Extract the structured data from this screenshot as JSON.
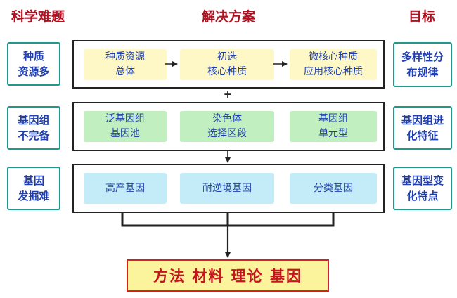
{
  "headers": {
    "left": "科学难题",
    "middle": "解决方案",
    "right": "目标"
  },
  "rows": [
    {
      "problem": "种质\n资源多",
      "steps": [
        "种质资源\n总体",
        "初选\n核心种质",
        "微核心种质\n应用核心种质"
      ],
      "goal": "多样性分\n布规律"
    },
    {
      "problem": "基因组\n不完备",
      "steps": [
        "泛基因组\n基因池",
        "染色体\n选择区段",
        "基因组\n单元型"
      ],
      "goal": "基因组进\n化特征"
    },
    {
      "problem": "基因\n发掘难",
      "steps": [
        "高产基因",
        "耐逆境基因",
        "分类基因"
      ],
      "goal": "基因型变\n化特点"
    }
  ],
  "connector_plus": "+",
  "result": "方法  材料  理论  基因",
  "colors": {
    "header_red": "#b01020",
    "label_blue": "#1f3fb0",
    "side_border_teal": "#1e9a8c",
    "row1_fill": "#fdf8c6",
    "row2_fill": "#c2efc0",
    "row3_fill": "#c3ecf8",
    "result_fill": "#fcf49c",
    "result_border": "#d42020"
  }
}
